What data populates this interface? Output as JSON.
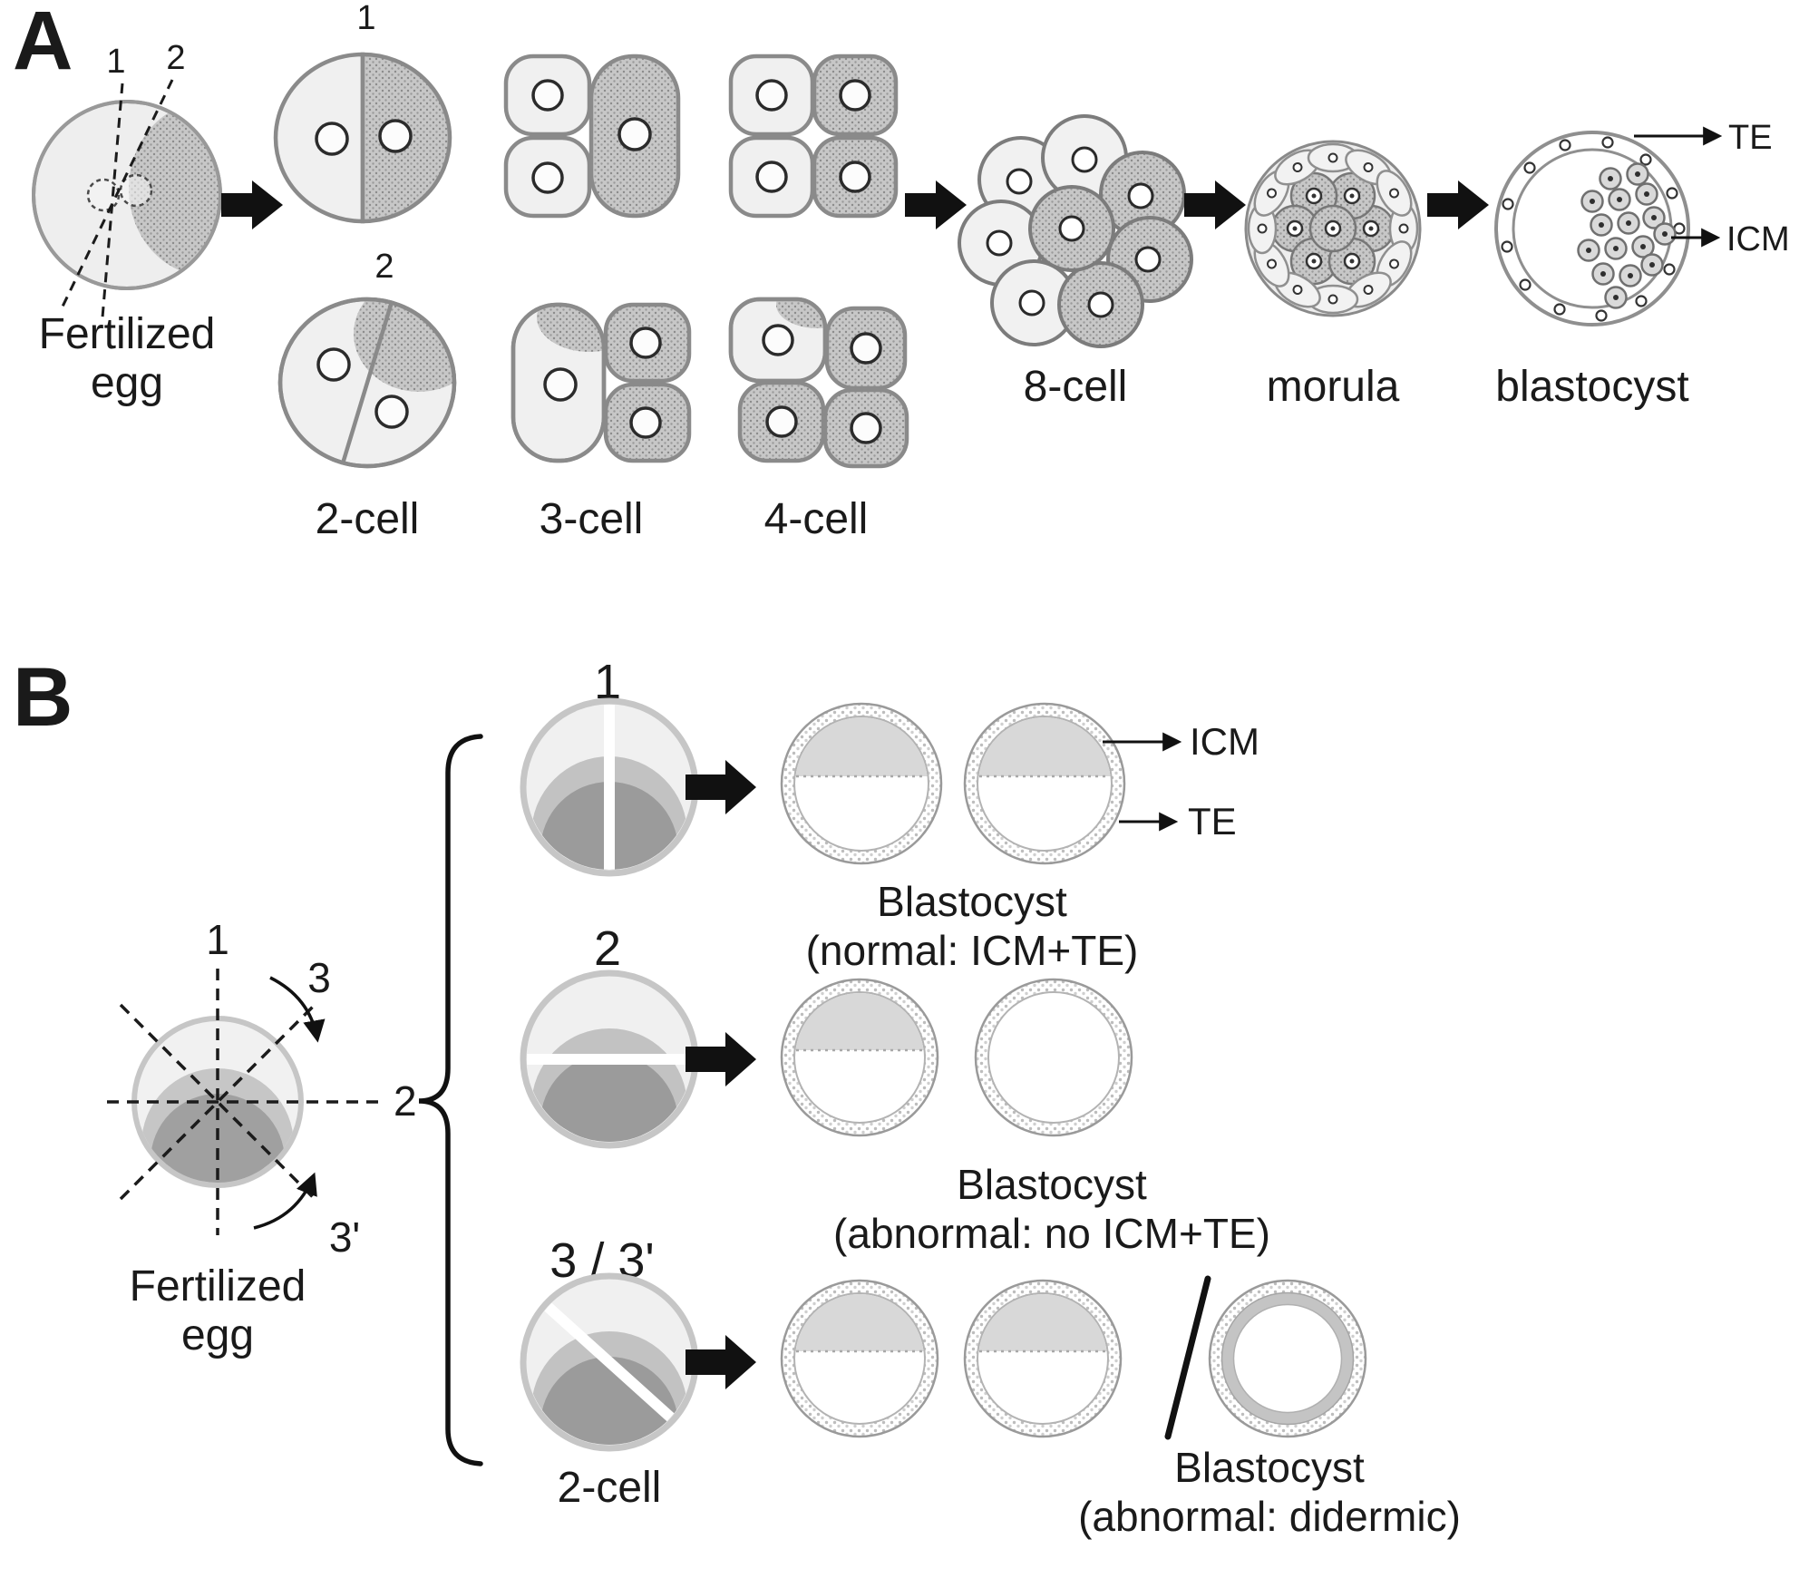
{
  "colors": {
    "cell_light": "#f0f0f0",
    "cell_shaded": "#c7c7c7",
    "outline": "#8a8a8a",
    "arrow_black": "#111111",
    "icm_cap": "#d8d8d8",
    "sphere_shadow": "#9b9b9b"
  },
  "panel_a": {
    "label": "A",
    "egg": {
      "caption_line1": "Fertilized",
      "caption_line2": "egg",
      "plane1": "1",
      "plane2": "2"
    },
    "cleavage_top_label": "1",
    "cleavage_bottom_label": "2",
    "stages": [
      "2-cell",
      "3-cell",
      "4-cell",
      "8-cell",
      "morula",
      "blastocyst"
    ],
    "te_label": "TE",
    "icm_label": "ICM"
  },
  "panel_b": {
    "label": "B",
    "egg": {
      "caption_line1": "Fertilized",
      "caption_line2": "egg",
      "plane1": "1",
      "plane2": "2",
      "plane3": "3",
      "plane3_prime": "3'"
    },
    "rows": [
      {
        "plane_label": "1",
        "caption_line1": "Blastocyst",
        "caption_line2": "(normal: ICM+TE)"
      },
      {
        "plane_label": "2",
        "caption_line1": "Blastocyst",
        "caption_line2": "(abnormal: no ICM+TE)"
      },
      {
        "plane_label": "3 / 3'",
        "caption_line1": "Blastocyst",
        "caption_line2": "(abnormal: didermic)"
      }
    ],
    "two_cell_label": "2-cell",
    "icm_label": "ICM",
    "te_label": "TE"
  }
}
